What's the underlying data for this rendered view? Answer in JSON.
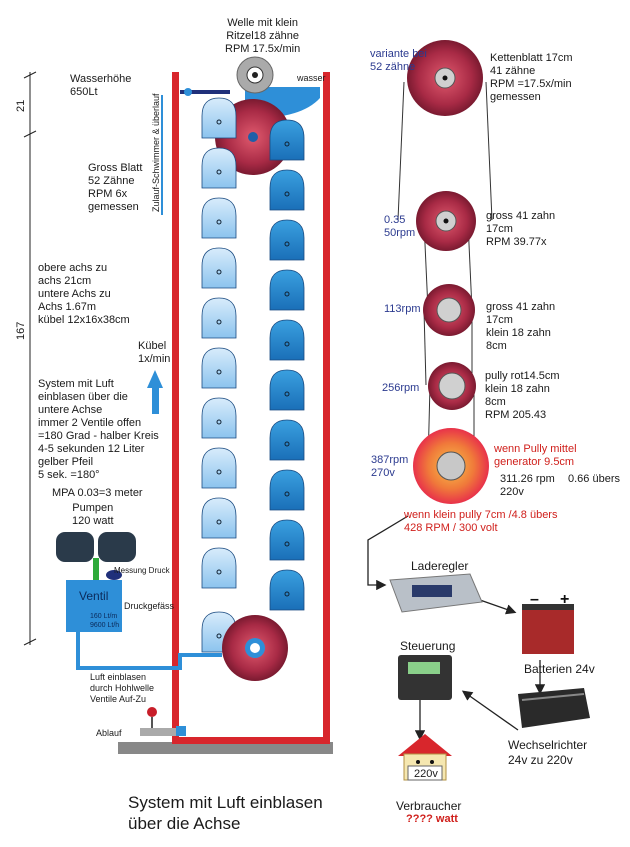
{
  "left": {
    "dim_21": "21",
    "dim_167": "167",
    "wasserhoehe": "Wasserhöhe\n650Lt",
    "gross_blatt": "Gross Blatt\n52 Zähne\nRPM 6x\ngemessen",
    "achs": "obere achs zu\nachs 21cm\nuntere Achs zu\nAchs 1.67m\nkübel 12x16x38cm",
    "kuebel": "Kübel\n1x/min",
    "system": "System mit Luft\neinblasen über die\nuntere Achse\nimmer 2 Ventile offen\n=180 Grad - halber Kreis\n4-5 sekunden 12 Liter\ngelber Pfeil\n5 sek. =180°",
    "mpa": "MPA 0.03=3 meter",
    "pumpen": "Pumpen\n120 watt",
    "messung": "Messung Druck",
    "ventil": "Ventil",
    "flow": "160 Lt/m\n9600 Lt/h",
    "druckgefaess": "Druckgefäss",
    "luft": "Luft einblasen\ndurch Hohlwelle\nVentile Auf-Zu",
    "ablauf": "Ablauf",
    "caption": "System mit Luft einblasen\nüber die Achse"
  },
  "tower": {
    "welle": "Welle mit klein\nRitzel18 zähne\nRPM 17.5x/min",
    "zulauf": "Zulauf-Schwimmer & überlauf",
    "wasser": "wasser"
  },
  "right": {
    "variante": "variante bei\n52 zähne",
    "kettenblatt": "Kettenblatt 17cm\n41 zähne\nRPM =17.5x/min\ngemessen",
    "rpm1": "0.35\n50rpm",
    "g1": "gross 41 zahn\n17cm\nRPM 39.77x",
    "rpm2": "113rpm",
    "g2": "gross 41 zahn\n17cm\nklein 18 zahn\n8cm",
    "rpm3": "256rpm",
    "g3": "pully rot14.5cm\nklein 18 zahn\n8cm\nRPM 205.43",
    "rpm4": "387rpm\n270v",
    "gen": "wenn Pully mittel\ngenerator 9.5cm",
    "gen2": "311.26 rpm\n220v",
    "uebers": "0.66 übers",
    "klein": "wenn klein pully 7cm /4.8 übers\n428 RPM / 300 volt",
    "laderegler": "Laderegler",
    "steuerung": "Steuerung",
    "batterien": "Batterien 24v",
    "wechsel": "Wechselrichter\n24v zu 220v",
    "v220": "220v",
    "verbraucher": "Verbraucher",
    "watt": "???? watt"
  }
}
